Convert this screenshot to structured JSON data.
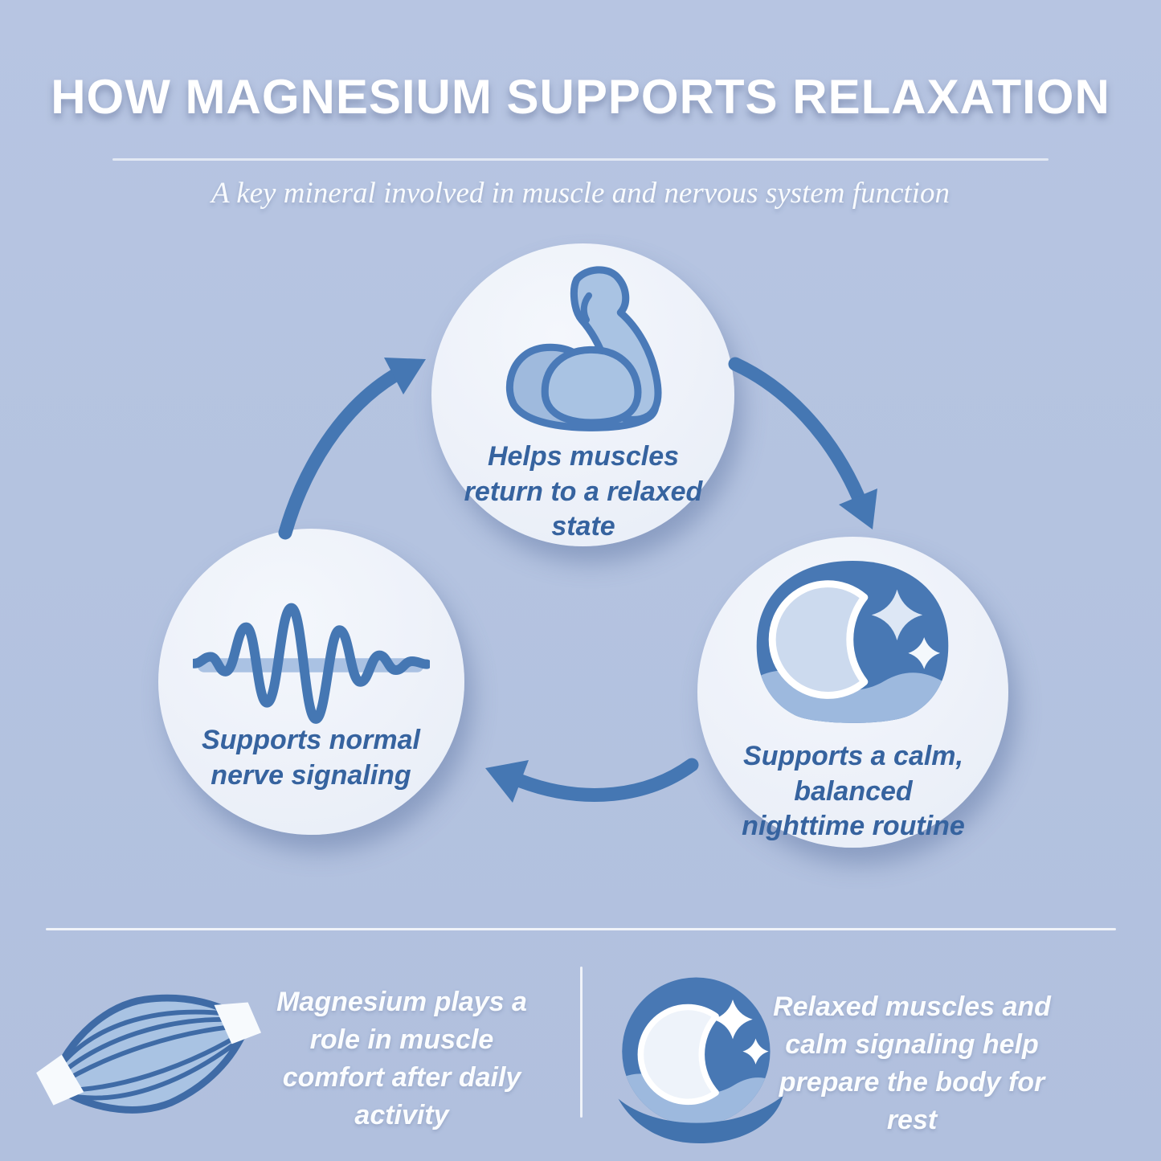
{
  "header": {
    "title": "HOW MAGNESIUM SUPPORTS RELAXATION",
    "subtitle": "A key mineral involved in muscle and nervous system function"
  },
  "cycle": {
    "muscle_step": {
      "label": "Helps muscles return to a relaxed state",
      "icon": "flexed-bicep-icon"
    },
    "night_step": {
      "label": "Supports a calm, balanced nighttime routine",
      "icon": "moon-stars-icon"
    },
    "nerve_step": {
      "label": "Supports normal nerve signaling",
      "icon": "nerve-signal-wave-icon"
    }
  },
  "footer": {
    "muscle_note": {
      "text": "Magnesium plays a role in muscle comfort after daily activity",
      "icon": "muscle-fiber-icon"
    },
    "rest_note": {
      "text": "Relaxed muscles and calm signaling help prepare the body for rest",
      "icon": "moon-badge-icon"
    }
  },
  "colors": {
    "background": "#b4c3e0",
    "circle_fill": "#edf1f9",
    "accent_blue": "#4577b3",
    "icon_light_blue": "#a9c3e3",
    "deep_blue": "#4878b4",
    "crescent_light": "#ccdaee",
    "label_blue": "#36639f",
    "text_white": "#fbfdff"
  }
}
